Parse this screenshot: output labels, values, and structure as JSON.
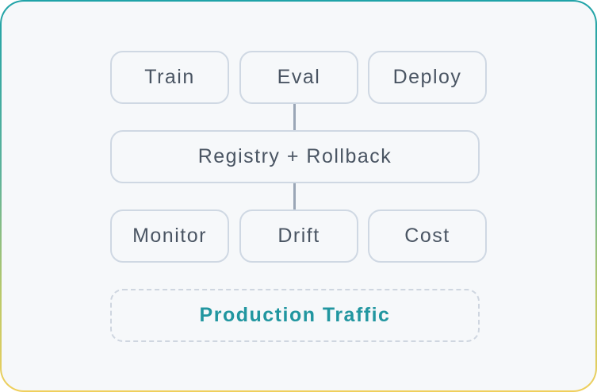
{
  "colors": {
    "frame_gradient_top": "#1fa3a8",
    "frame_gradient_bottom": "#f0cf5c",
    "box_border": "#cfd8e3",
    "box_text": "#4a5563",
    "connector": "#9aa6b6",
    "production_text": "#2196a0"
  },
  "diagram": {
    "top_row": [
      "Train",
      "Eval",
      "Deploy"
    ],
    "registry": "Registry + Rollback",
    "bottom_row": [
      "Monitor",
      "Drift",
      "Cost"
    ],
    "production": "Production Traffic"
  }
}
